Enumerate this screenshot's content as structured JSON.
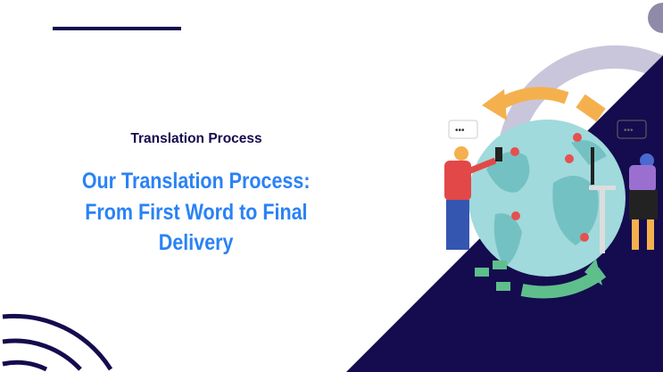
{
  "kicker": "Translation Process",
  "title_lines": [
    "Our Translation Process:",
    "From First Word to Final",
    "Delivery"
  ],
  "colors": {
    "navy": "#140c4e",
    "accent_blue": "#2a82f5",
    "globe": "#a0dadc",
    "lavender": "#c9c6dc",
    "orange": "#f5b04e",
    "green": "#5fbf8c"
  }
}
